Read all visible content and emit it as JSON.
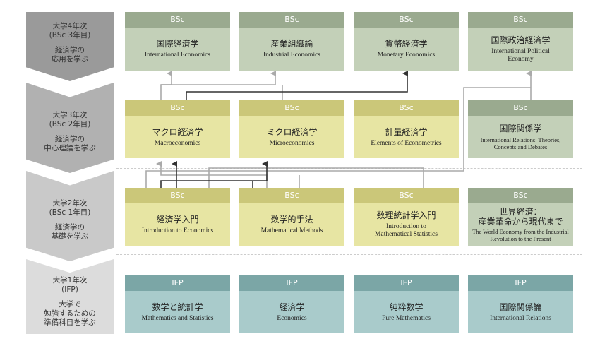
{
  "years": [
    {
      "title": "大学4年次\n(BSc 3年目)",
      "desc": "経済学の\n応用を学ぶ"
    },
    {
      "title": "大学3年次\n(BSc 2年目)",
      "desc": "経済学の\n中心理論を学ぶ"
    },
    {
      "title": "大学2年次\n(BSc 1年目)",
      "desc": "経済学の\n基礎を学ぶ"
    },
    {
      "title": "大学1年次\n(IFP)",
      "desc": "大学で\n勉強するための\n準備科目を学ぶ"
    }
  ],
  "courses": {
    "intl_econ": {
      "tag": "BSc",
      "jp": "国際経済学",
      "en": "International Economics"
    },
    "industrial": {
      "tag": "BSc",
      "jp": "産業組織論",
      "en": "Industrial Economics"
    },
    "monetary": {
      "tag": "BSc",
      "jp": "貨幣経済学",
      "en": "Monetary Economics"
    },
    "ipe": {
      "tag": "BSc",
      "jp": "国際政治経済学",
      "en": "International Political Economy"
    },
    "macro": {
      "tag": "BSc",
      "jp": "マクロ経済学",
      "en": "Macroeconomics"
    },
    "micro": {
      "tag": "BSc",
      "jp": "ミクロ経済学",
      "en": "Microeconomics"
    },
    "econometrics": {
      "tag": "BSc",
      "jp": "計量経済学",
      "en": "Elements of Econometrics"
    },
    "ir_theory": {
      "tag": "BSc",
      "jp": "国際関係学",
      "en": "International Relations: Theories, Concepts and Debates"
    },
    "intro_econ": {
      "tag": "BSc",
      "jp": "経済学入門",
      "en": "Introduction to Economics"
    },
    "math_methods": {
      "tag": "BSc",
      "jp": "数学的手法",
      "en": "Mathematical Methods"
    },
    "math_stats": {
      "tag": "BSc",
      "jp": "数理統計学入門",
      "en": "Introduction to Mathematical Statistics"
    },
    "world_econ": {
      "tag": "BSc",
      "jp": "世界経済：\n産業革命から現代まで",
      "en": "The World Economy from the Industrial Revolution to the Present"
    },
    "ifp_math_stats": {
      "tag": "IFP",
      "jp": "数学と統計学",
      "en": "Mathematics and Statistics"
    },
    "ifp_econ": {
      "tag": "IFP",
      "jp": "経済学",
      "en": "Economics"
    },
    "ifp_pure_math": {
      "tag": "IFP",
      "jp": "純粋数学",
      "en": "Pure Mathematics"
    },
    "ifp_ir": {
      "tag": "IFP",
      "jp": "国際関係論",
      "en": "International Relations"
    }
  },
  "colors": {
    "green_header": "#9aaa8f",
    "green_body": "#c3d0b8",
    "yellow_header": "#cbc779",
    "yellow_body": "#e7e5a3",
    "teal_header": "#7ba6a6",
    "teal_body": "#a9cbcb",
    "arrow_dark": "#333333",
    "arrow_light": "#aaaaaa"
  }
}
